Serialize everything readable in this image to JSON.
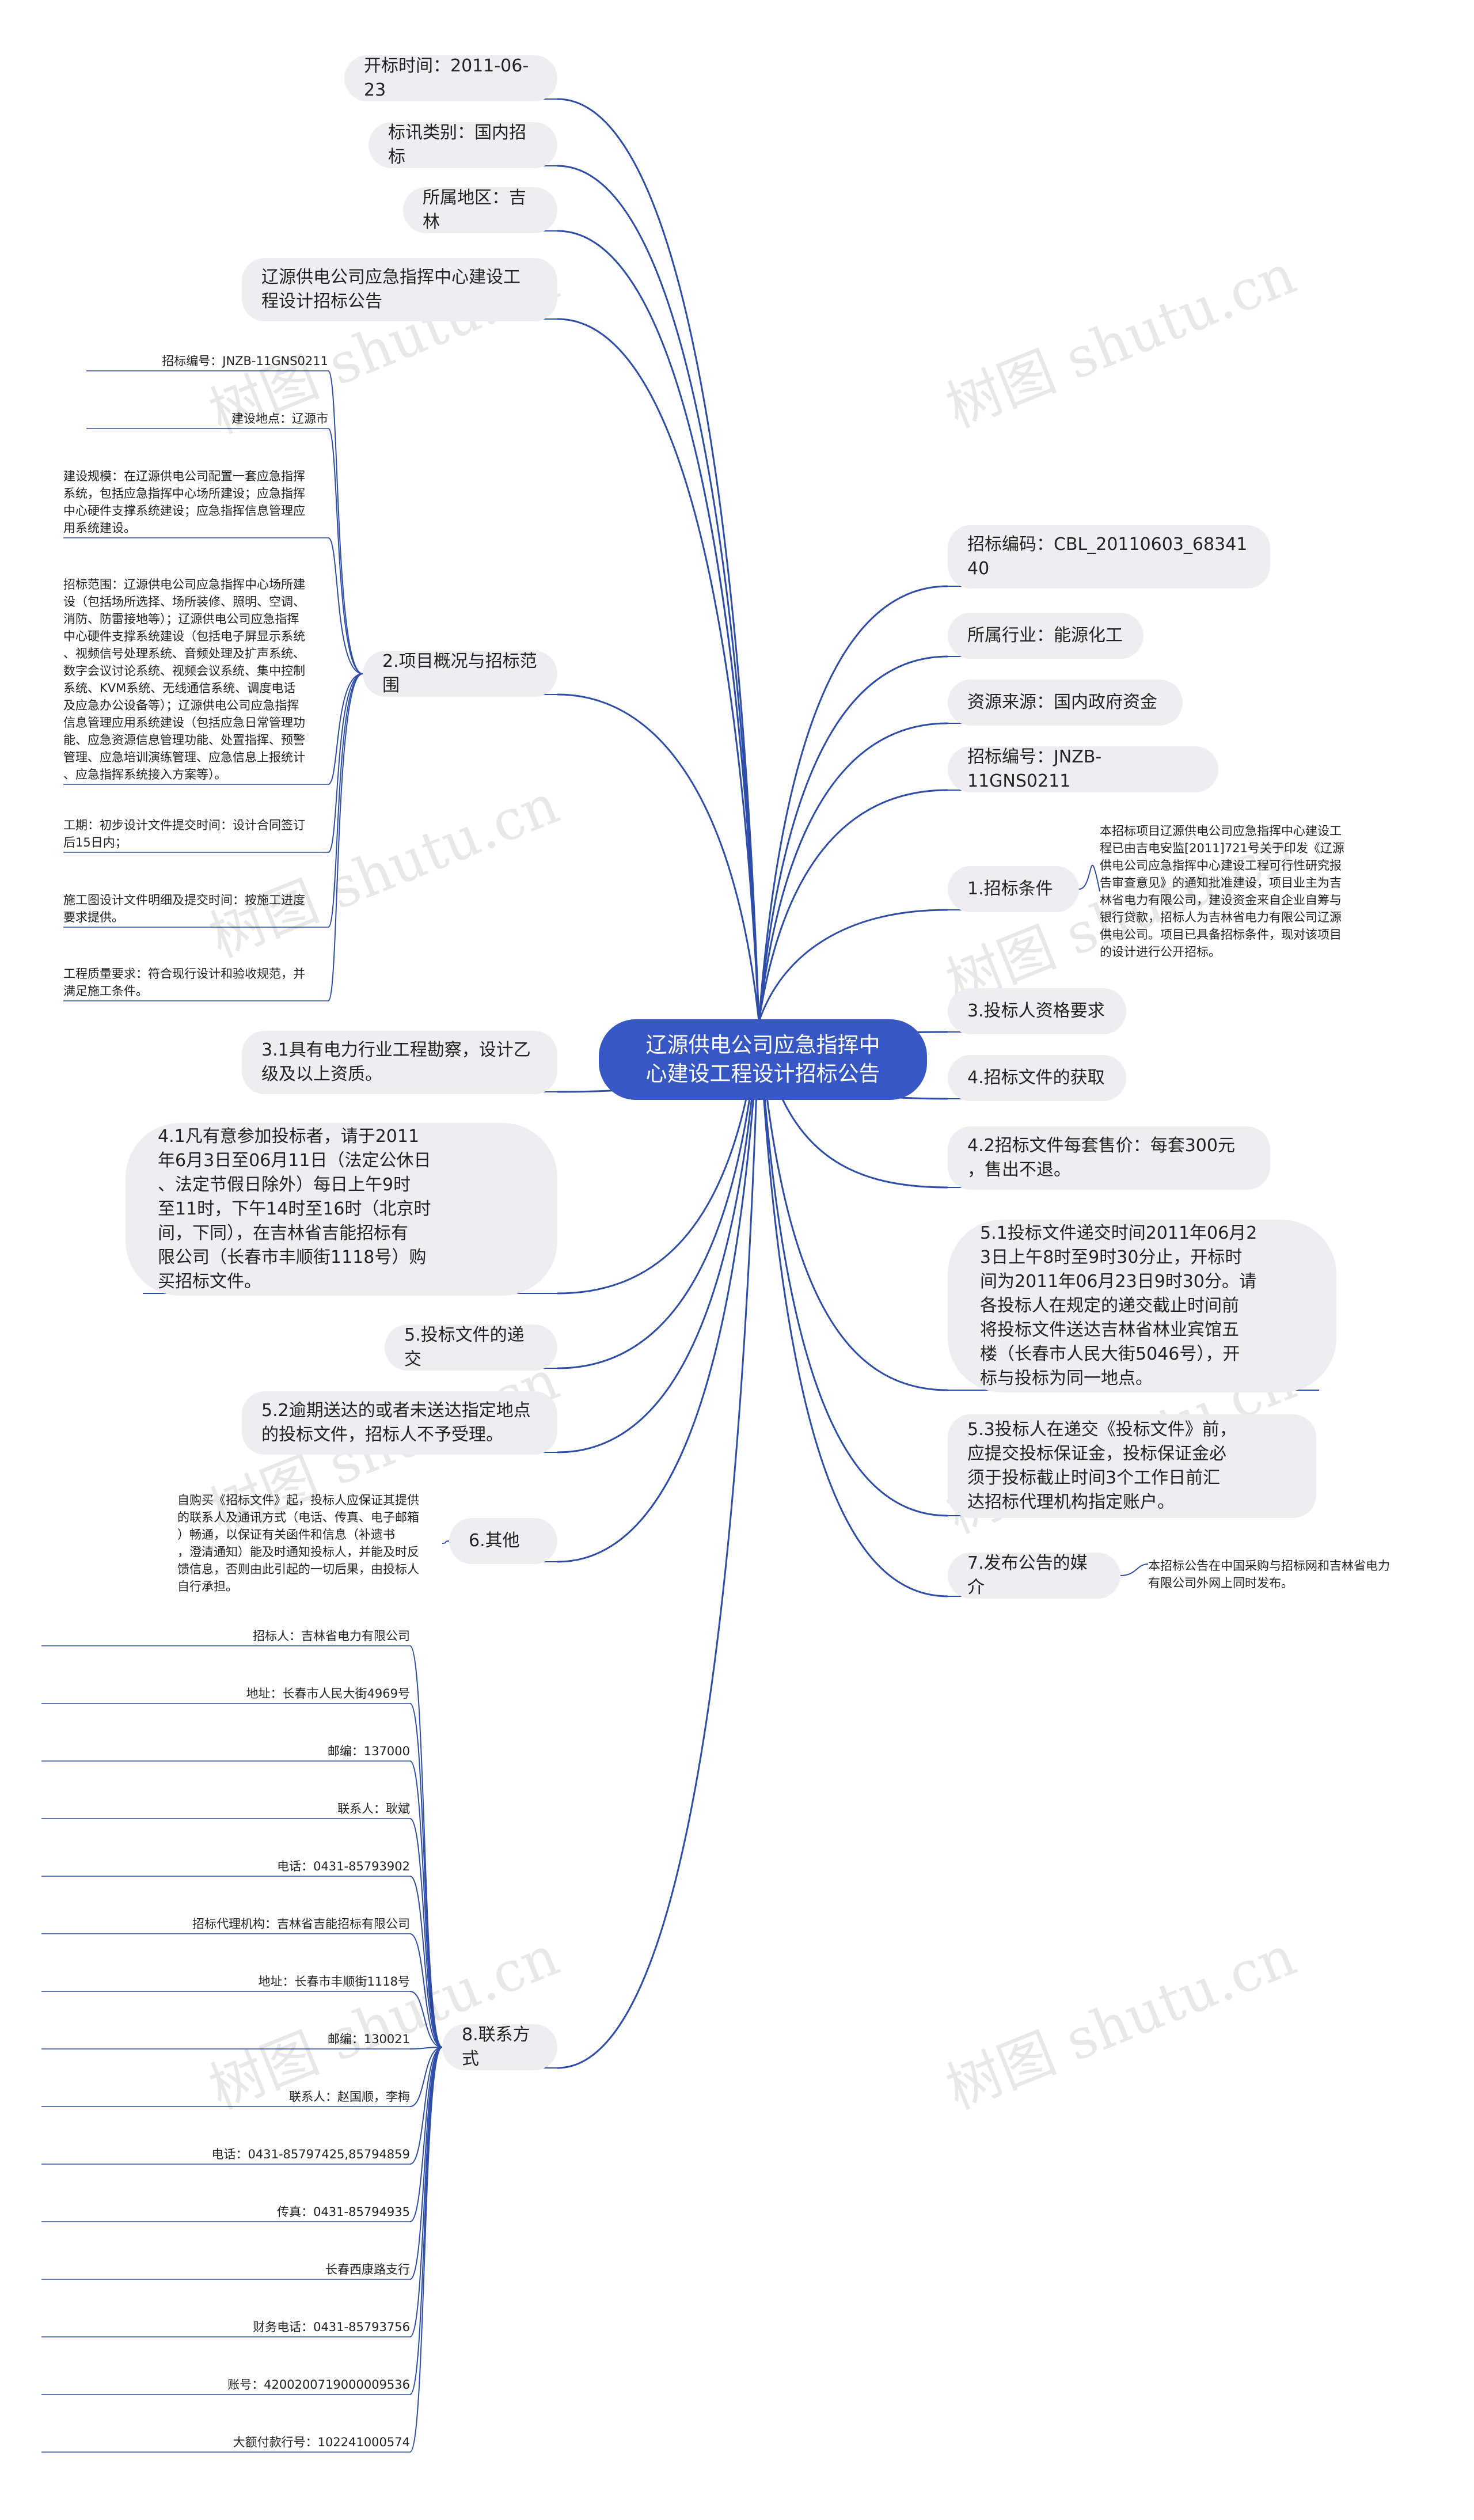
{
  "root": {
    "text": "辽源供电公司应急指挥中\n心建设工程设计招标公告"
  },
  "left": [
    {
      "text": "开标时间：2011-06-23"
    },
    {
      "text": "标讯类别：国内招标"
    },
    {
      "text": "所属地区：吉林"
    },
    {
      "text": "辽源供电公司应急指挥中心建设工\n程设计招标公告"
    },
    {
      "text": "2.项目概况与招标范围"
    },
    {
      "text": "3.1具有电力行业工程勘察，设计乙\n级及以上资质。"
    },
    {
      "text": "4.1凡有意参加投标者，请于2011\n年6月3日至06月11日（法定公休日\n、法定节假日除外）每日上午9时\n至11时，下午14时至16时（北京时\n间，下同），在吉林省吉能招标有\n限公司（长春市丰顺街1118号）购\n买招标文件。"
    },
    {
      "text": "5.投标文件的递交"
    },
    {
      "text": "5.2逾期送达的或者未送达指定地点\n的投标文件，招标人不予受理。"
    },
    {
      "text": "6.其他"
    },
    {
      "text": "8.联系方式"
    }
  ],
  "right": [
    {
      "text": "招标编码：CBL_20110603_68341\n40"
    },
    {
      "text": "所属行业：能源化工"
    },
    {
      "text": "资源来源：国内政府资金"
    },
    {
      "text": "招标编号：JNZB-11GNS0211"
    },
    {
      "text": "1.招标条件"
    },
    {
      "text": "3.投标人资格要求"
    },
    {
      "text": "4.招标文件的获取"
    },
    {
      "text": "4.2招标文件每套售价：每套300元\n，售出不退。"
    },
    {
      "text": "5.1投标文件递交时间2011年06月2\n3日上午8时至9时30分止，开标时\n间为2011年06月23日9时30分。请\n各投标人在规定的递交截止时间前\n将投标文件送达吉林省林业宾馆五\n楼（长春市人民大街5046号），开\n标与投标为同一地点。"
    },
    {
      "text": "5.3投标人在递交《投标文件》前，\n应提交投标保证金，投标保证金必\n须于投标截止时间3个工作日前汇\n达招标代理机构指定账户。"
    },
    {
      "text": "7.发布公告的媒介"
    }
  ],
  "project_details": [
    {
      "text": "招标编号：JNZB-11GNS0211"
    },
    {
      "text": "建设地点：辽源市"
    },
    {
      "text": "建设规模：在辽源供电公司配置一套应急指挥\n系统，包括应急指挥中心场所建设；应急指挥\n中心硬件支撑系统建设；应急指挥信息管理应\n用系统建设。"
    },
    {
      "text": "招标范围：辽源供电公司应急指挥中心场所建\n设（包括场所选择、场所装修、照明、空调、\n消防、防雷接地等）；辽源供电公司应急指挥\n中心硬件支撑系统建设（包括电子屏显示系统\n、视频信号处理系统、音频处理及扩声系统、\n数字会议讨论系统、视频会议系统、集中控制\n系统、KVM系统、无线通信系统、调度电话\n及应急办公设备等）；辽源供电公司应急指挥\n信息管理应用系统建设（包括应急日常管理功\n能、应急资源信息管理功能、处置指挥、预警\n管理、应急培训演练管理、应急信息上报统计\n、应急指挥系统接入方案等）。"
    },
    {
      "text": "工期：初步设计文件提交时间：设计合同签订\n后15日内；"
    },
    {
      "text": "施工图设计文件明细及提交时间：按施工进度\n要求提供。"
    },
    {
      "text": "工程质量要求：符合现行设计和验收规范，并\n满足施工条件。"
    }
  ],
  "tender_condition_detail": {
    "text": "本招标项目辽源供电公司应急指挥中心建设工\n程已由吉电安监[2011]721号关于印发《辽源\n供电公司应急指挥中心建设工程可行性研究报\n告审查意见》的通知批准建设，项目业主为吉\n林省电力有限公司，建设资金来自企业自筹与\n银行贷款，招标人为吉林省电力有限公司辽源\n供电公司。项目已具备招标条件，现对该项目\n的设计进行公开招标。"
  },
  "other_detail": {
    "text": "自购买《招标文件》起，投标人应保证其提供\n的联系人及通讯方式（电话、传真、电子邮箱\n）畅通，以保证有关函件和信息（补遗书\n，澄清通知）能及时通知投标人，并能及时反\n馈信息，否则由此引起的一切后果，由投标人\n自行承担。"
  },
  "media_detail": {
    "text": "本招标公告在中国采购与招标网和吉林省电力\n有限公司外网上同时发布。"
  },
  "contacts": [
    {
      "text": "招标人：吉林省电力有限公司"
    },
    {
      "text": "地址：长春市人民大街4969号"
    },
    {
      "text": "邮编：137000"
    },
    {
      "text": "联系人：耿斌"
    },
    {
      "text": "电话：0431-85793902"
    },
    {
      "text": "招标代理机构：吉林省吉能招标有限公司"
    },
    {
      "text": "地址：长春市丰顺街1118号"
    },
    {
      "text": "邮编：130021"
    },
    {
      "text": "联系人：赵国顺，李梅"
    },
    {
      "text": "电话：0431-85797425,85794859"
    },
    {
      "text": "传真：0431-85794935"
    },
    {
      "text": "长春西康路支行"
    },
    {
      "text": "财务电话：0431-85793756"
    },
    {
      "text": "账号：4200200719000009536"
    },
    {
      "text": "大额付款行号：102241000574"
    }
  ],
  "watermarks": [
    "树图 shutu.cn",
    "树图 shutu.cn",
    "树图 shutu.cn",
    "树图 shutu.cn",
    "树图 shutu.cn",
    "树图 shutu.cn",
    "树图 shutu.cn",
    "树图 shutu.cn"
  ],
  "colors": {
    "line": "#2e4da9",
    "root_fill": "#3657c4",
    "pill_fill": "#eceef2"
  }
}
